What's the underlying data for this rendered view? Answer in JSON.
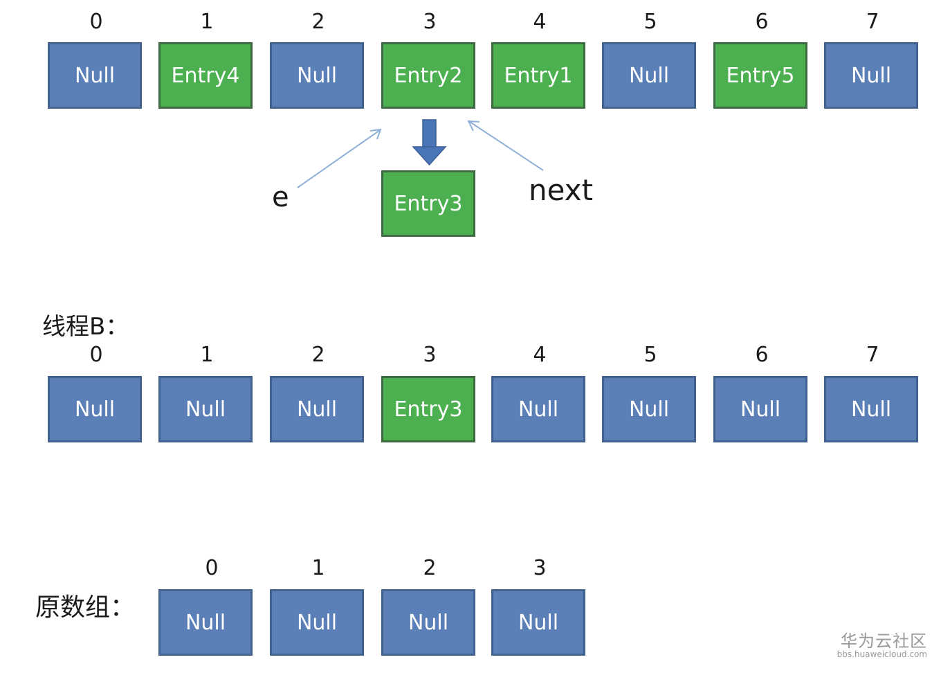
{
  "top_array": {
    "indices": [
      "0",
      "1",
      "2",
      "3",
      "4",
      "5",
      "6",
      "7"
    ],
    "cells": [
      {
        "text": "Null",
        "kind": "null"
      },
      {
        "text": "Entry4",
        "kind": "entry"
      },
      {
        "text": "Null",
        "kind": "null"
      },
      {
        "text": "Entry2",
        "kind": "entry"
      },
      {
        "text": "Entry1",
        "kind": "entry"
      },
      {
        "text": "Null",
        "kind": "null"
      },
      {
        "text": "Entry5",
        "kind": "entry"
      },
      {
        "text": "Null",
        "kind": "null"
      }
    ],
    "chained_entry": "Entry3",
    "pointer_e": "e",
    "pointer_next": "next"
  },
  "thread_b": {
    "title": "线程B：",
    "indices": [
      "0",
      "1",
      "2",
      "3",
      "4",
      "5",
      "6",
      "7"
    ],
    "cells": [
      {
        "text": "Null",
        "kind": "null"
      },
      {
        "text": "Null",
        "kind": "null"
      },
      {
        "text": "Null",
        "kind": "null"
      },
      {
        "text": "Entry3",
        "kind": "entry"
      },
      {
        "text": "Null",
        "kind": "null"
      },
      {
        "text": "Null",
        "kind": "null"
      },
      {
        "text": "Null",
        "kind": "null"
      },
      {
        "text": "Null",
        "kind": "null"
      }
    ]
  },
  "original_array": {
    "title": "原数组：",
    "indices": [
      "0",
      "1",
      "2",
      "3"
    ],
    "cells": [
      {
        "text": "Null",
        "kind": "null"
      },
      {
        "text": "Null",
        "kind": "null"
      },
      {
        "text": "Null",
        "kind": "null"
      },
      {
        "text": "Null",
        "kind": "null"
      }
    ]
  },
  "colors": {
    "null_fill": "#5b80b8",
    "entry_fill": "#4caf50",
    "arrow_blue": "#4a76b8",
    "pointer_line": "#8fb0d8"
  },
  "watermark": {
    "main": "华为云社区",
    "sub": "bbs.huaweicloud.com"
  }
}
